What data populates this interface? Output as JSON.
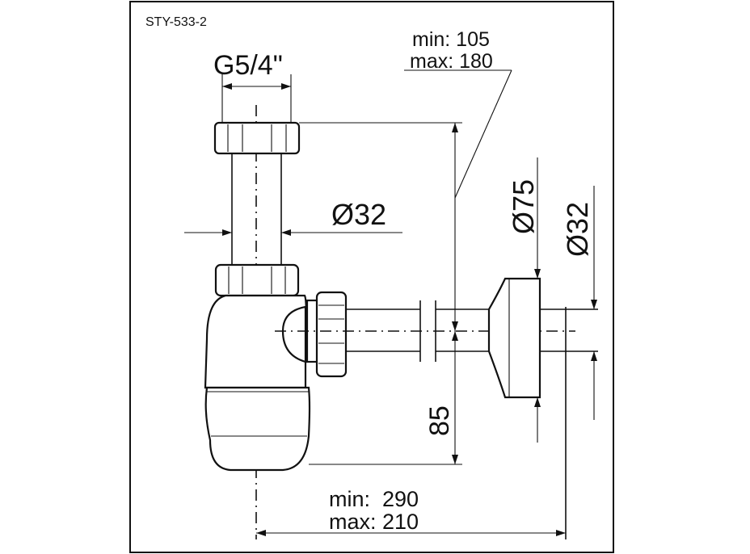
{
  "drawing": {
    "code": "STY-533-2",
    "thread_label": "G5/4\"",
    "height_range": {
      "min": "min: 105",
      "max": "max: 180"
    },
    "pipe_diameter_left": "Ø32",
    "escutcheon_diameter": "Ø75",
    "outlet_diameter": "Ø32",
    "outlet_height": "85",
    "length_range": {
      "min": "min:  290",
      "max": "max: 210"
    }
  }
}
